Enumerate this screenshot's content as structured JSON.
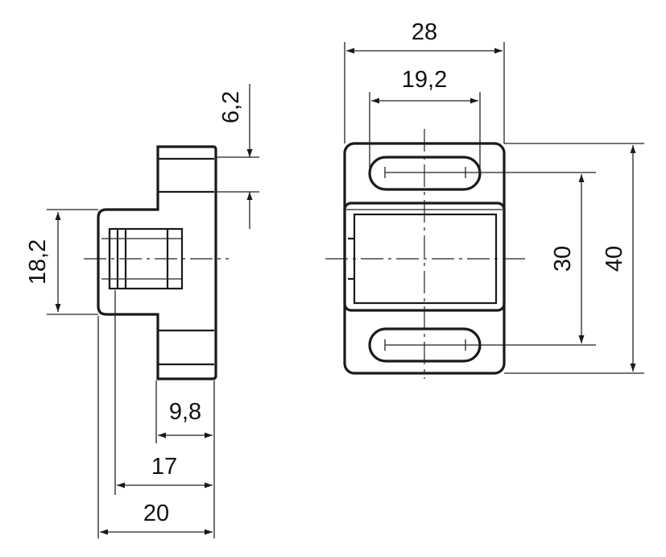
{
  "dimensions": {
    "side_slot_offset": "6,2",
    "side_body_height": "18,2",
    "side_depth_thin": "9,8",
    "side_depth_mid": "17",
    "side_depth_total": "20",
    "front_width_total": "28",
    "front_slot_span": "19,2",
    "front_hole_pitch": "30",
    "front_height_total": "40"
  },
  "colors": {
    "line": "#1a1a1a",
    "background": "#ffffff"
  }
}
